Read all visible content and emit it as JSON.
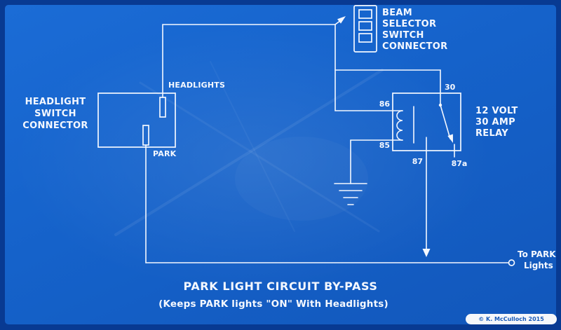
{
  "colors": {
    "background": "#083a92",
    "field_blue": "#1562ca",
    "line_white": "#f4f8ff"
  },
  "connectors": {
    "beam": {
      "label_lines": [
        "BEAM",
        "SELECTOR",
        "SWITCH",
        "CONNECTOR"
      ]
    },
    "headlight_switch": {
      "label_lines": [
        "HEADLIGHT",
        "SWITCH",
        "CONNECTOR"
      ],
      "pins": {
        "headlights": "HEADLIGHTS",
        "park": "PARK"
      }
    }
  },
  "relay": {
    "label_lines": [
      "12 VOLT",
      "30 AMP",
      "RELAY"
    ],
    "terminals": {
      "t86": "86",
      "t85": "85",
      "t30": "30",
      "t87": "87",
      "t87a": "87a"
    }
  },
  "output": {
    "line1": "To PARK",
    "line2": "Lights"
  },
  "title": "PARK LIGHT CIRCUIT BY-PASS",
  "subtitle": "(Keeps PARK lights \"ON\" With Headlights)",
  "credit": "©  K. McCulloch  2015"
}
